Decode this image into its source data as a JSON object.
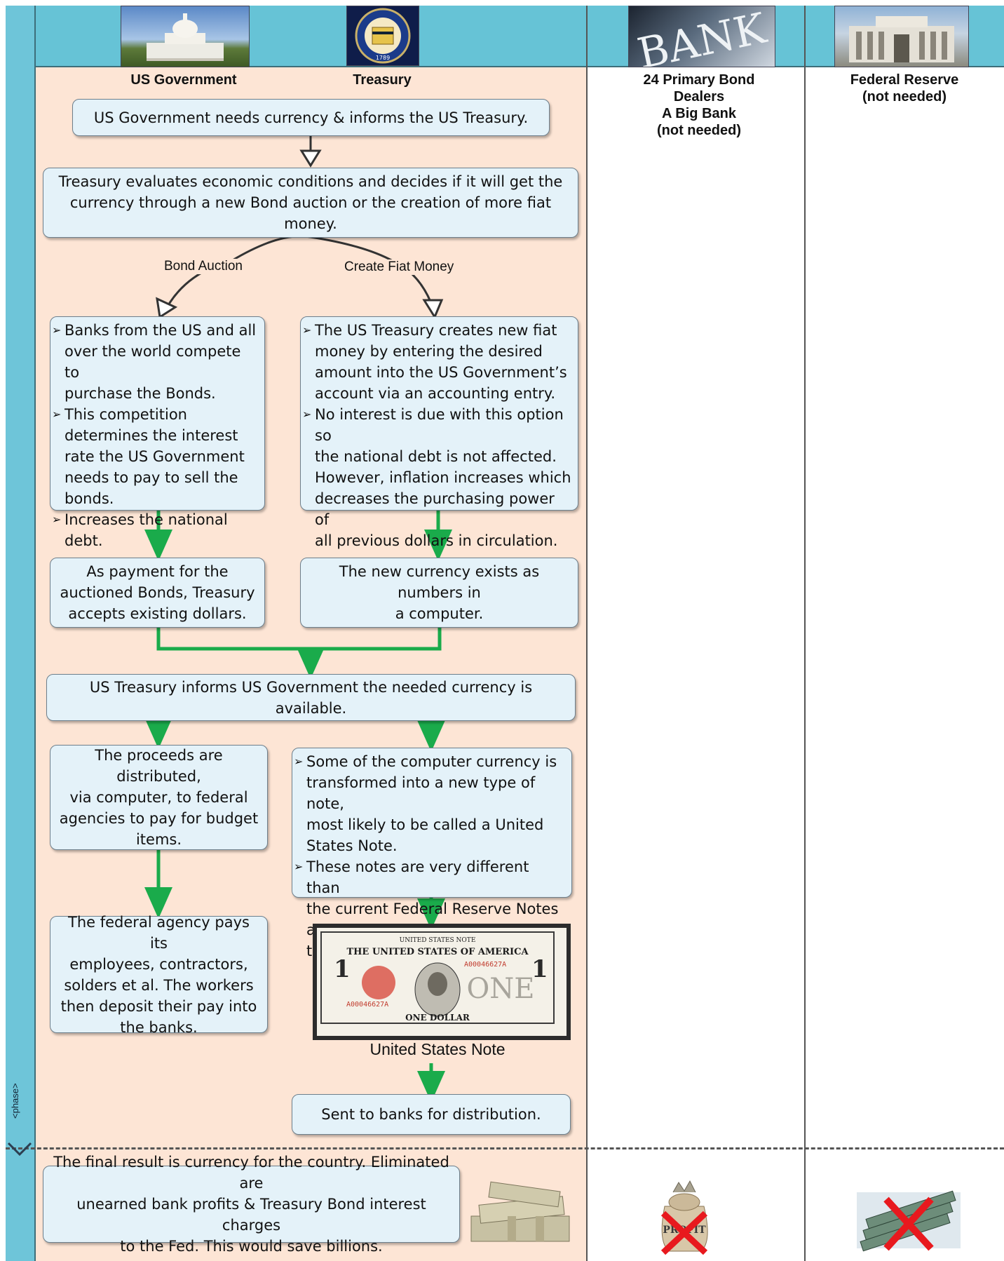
{
  "side": {
    "phase_label": "<phase>"
  },
  "columns": {
    "us_government": "US Government",
    "treasury": "Treasury",
    "primary_dealers": "24 Primary Bond\nDealers\nA Big Bank\n(not needed)",
    "federal_reserve": "Federal Reserve\n(not needed)"
  },
  "flow": {
    "step1": "US Government needs currency & informs the US Treasury.",
    "step2": "Treasury evaluates economic conditions and decides if it will get the\ncurrency through a new Bond auction or the creation of more fiat money.",
    "branch_bond": "Bond Auction",
    "branch_fiat": "Create Fiat Money",
    "bond_bullets": [
      "Banks from the US and all\nover the world compete to\npurchase the Bonds.",
      "This competition\ndetermines the interest\nrate the US Government\nneeds to pay to sell the\nbonds.",
      "Increases the national debt."
    ],
    "fiat_bullets": [
      "The US Treasury creates new fiat\nmoney by entering the desired\namount into the US Government’s\naccount via an accounting entry.",
      "No interest is due with this option so\nthe national debt is not affected.\nHowever, inflation increases which\ndecreases the purchasing power of\nall previous dollars in circulation."
    ],
    "bond_payment": "As payment for the\nauctioned Bonds, Treasury\naccepts existing dollars.",
    "fiat_exists": "The new currency exists as numbers in\na computer.",
    "inform": "US Treasury informs US Government the needed currency is available.",
    "proceeds": "The proceeds are distributed,\nvia computer, to federal\nagencies to pay for budget\nitems.",
    "note_bullets": [
      "Some of the computer currency is\ntransformed into a new type of note,\nmost likely to be called a United\nStates Note.",
      "These notes are very different than\nthe current Federal Reserve Notes as\nthey are not based on debt."
    ],
    "agency_pays": "The federal agency pays its\nemployees, contractors,\nsolders et al. The workers\nthen deposit their pay into\nthe banks.",
    "note_caption": "United States Note",
    "sent_to_banks": "Sent to banks for distribution.",
    "final_result": "The final result is currency for the country. Eliminated are\nunearned bank profits & Treasury Bond interest charges\nto the Fed. This would save billions."
  },
  "note_image": {
    "top_banner": "UNITED STATES NOTE",
    "title": "THE UNITED STATES OF AMERICA",
    "serial": "A00046627A",
    "denomination_word": "ONE",
    "bottom_banner": "ONE DOLLAR",
    "corner_numeral": "1"
  },
  "header_images": {
    "bank_sign": "BANK",
    "seal_year": "1789"
  },
  "profit_bag": {
    "label": "PROFIT"
  },
  "colors": {
    "sidebar": "#6ec5d9",
    "header_band": "#66c3d6",
    "swimlane_bg": "#fde5d5",
    "box_fill": "#e4f2f9",
    "arrow_green": "#1aab4b",
    "cross_red": "#e8191e"
  }
}
